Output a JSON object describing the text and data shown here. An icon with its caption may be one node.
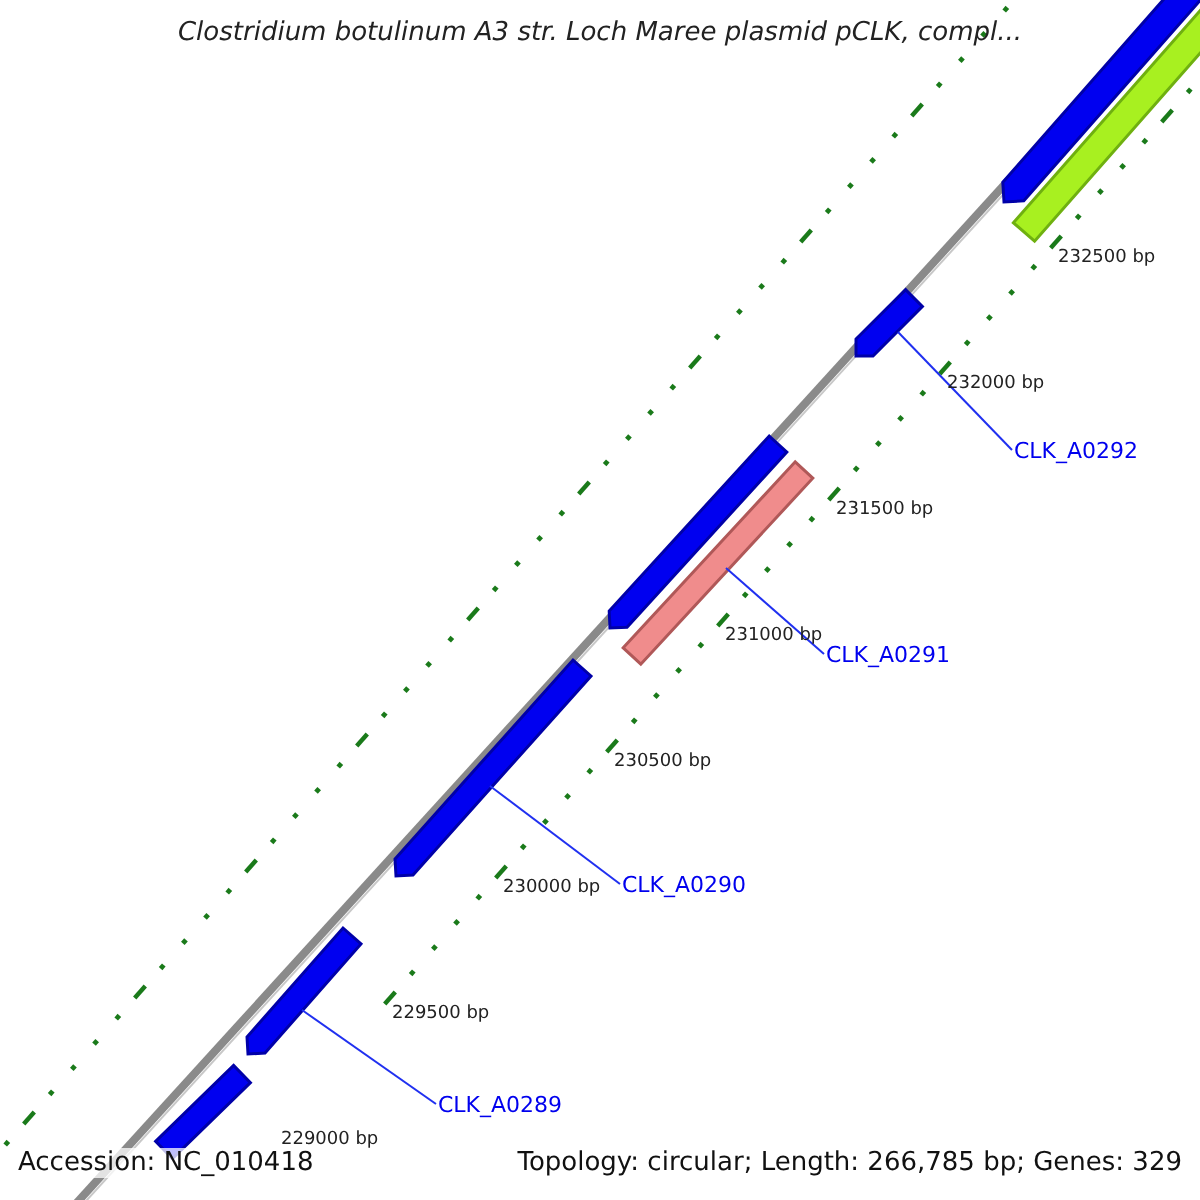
{
  "diagram": {
    "title": "Clostridium botulinum A3 str. Loch Maree plasmid pCLK, compl...",
    "nodes": [
      {
        "text": [],
        "shape": "bar"
      },
      {
        "text": [],
        "shape": "bar"
      },
      {
        "text": [],
        "shape": "bar"
      },
      {
        "text": [],
        "shape": "bar"
      },
      {
        "text": [],
        "shape": "bar"
      },
      {
        "text": [],
        "shape": "bar"
      },
      {
        "text": [],
        "shape": "bar"
      },
      {
        "text": [],
        "shape": "bar"
      },
      {
        "text": [
          "CLK_A0292"
        ]
      },
      {
        "text": [
          "CLK_A0291"
        ]
      },
      {
        "text": [
          "CLK_A0290"
        ]
      },
      {
        "text": [
          "CLK_A0289"
        ]
      }
    ],
    "edges": [
      {
        "from": 8,
        "to": 2,
        "arrow": "none"
      },
      {
        "from": 9,
        "to": 4,
        "arrow": "none"
      },
      {
        "from": 10,
        "to": 5,
        "arrow": "none"
      },
      {
        "from": 11,
        "to": 6,
        "arrow": "none"
      }
    ],
    "labels": [
      "232500 bp",
      "232000 bp",
      "231500 bp",
      "231000 bp",
      "230500 bp",
      "230000 bp",
      "229500 bp",
      "229000 bp",
      "Accession: NC_010418",
      "Topology: circular; Length: 266,785 bp; Genes: 329"
    ]
  }
}
